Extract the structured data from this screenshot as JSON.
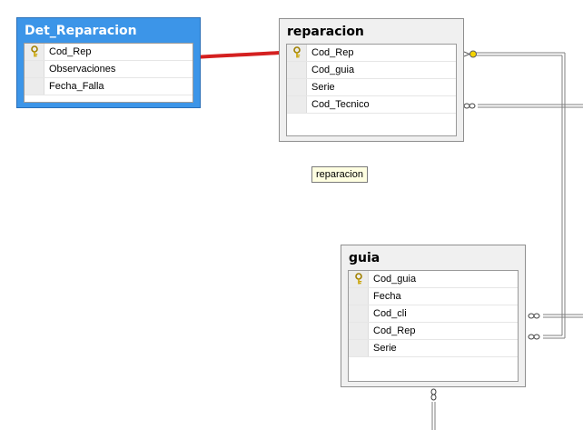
{
  "tables": {
    "det_reparacion": {
      "title": "Det_Reparacion",
      "columns": [
        {
          "name": "Cod_Rep",
          "primary_key": true
        },
        {
          "name": "Observaciones",
          "primary_key": false
        },
        {
          "name": "Fecha_Falla",
          "primary_key": false
        }
      ]
    },
    "reparacion": {
      "title": "reparacion",
      "columns": [
        {
          "name": "Cod_Rep",
          "primary_key": true
        },
        {
          "name": "Cod_guia",
          "primary_key": false
        },
        {
          "name": "Serie",
          "primary_key": false
        },
        {
          "name": "Cod_Tecnico",
          "primary_key": false
        }
      ]
    },
    "guia": {
      "title": "guia",
      "columns": [
        {
          "name": "Cod_guia",
          "primary_key": true
        },
        {
          "name": "Fecha",
          "primary_key": false
        },
        {
          "name": "Cod_cli",
          "primary_key": false
        },
        {
          "name": "Cod_Rep",
          "primary_key": false
        },
        {
          "name": "Serie",
          "primary_key": false
        }
      ]
    }
  },
  "tooltip": {
    "text": "reparacion"
  },
  "colors": {
    "selected_table": "#3c95e8",
    "drawn_link": "#d42020",
    "relationship_line": "#7f7f7f",
    "key_icon": "#c9a200"
  },
  "icons": {
    "primary_key": "key-icon"
  }
}
